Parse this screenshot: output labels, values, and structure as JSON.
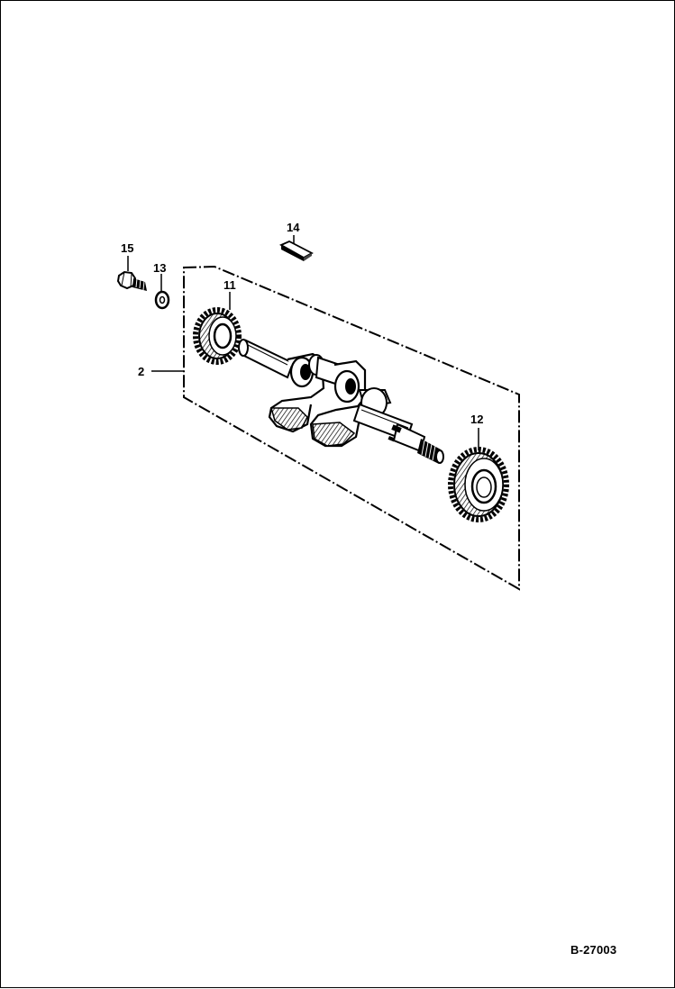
{
  "diagram": {
    "reference_code": "B-27003",
    "callouts": {
      "crankshaft_assembly": "2",
      "gear_front": "11",
      "gear_rear": "12",
      "washer": "13",
      "key": "14",
      "bolt": "15"
    }
  }
}
